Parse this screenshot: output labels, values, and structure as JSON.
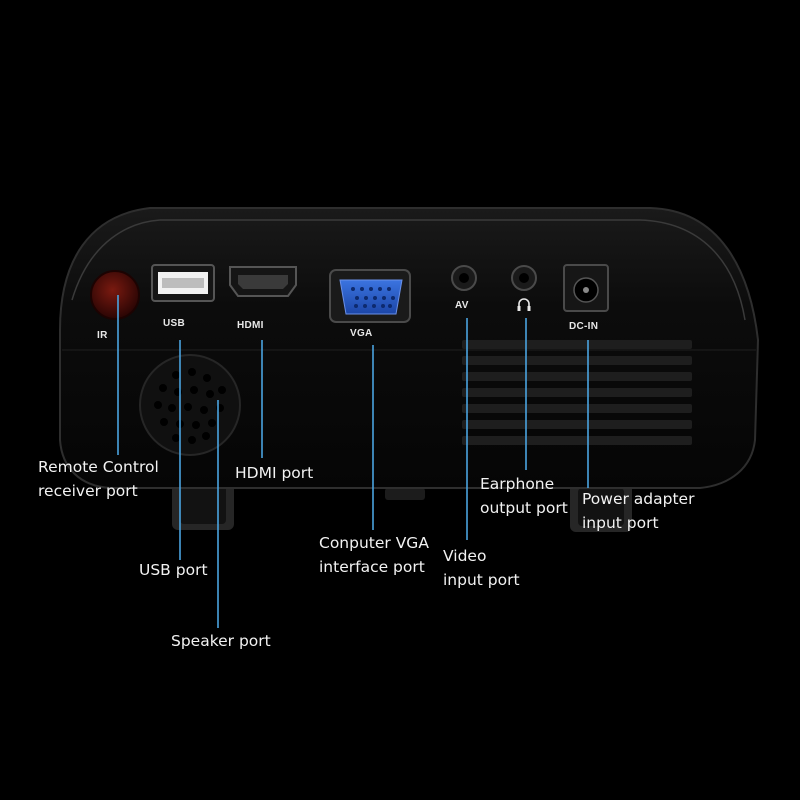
{
  "colors": {
    "background": "#000000",
    "body": "#0b0b0b",
    "callout_line": "#4aa3df",
    "vga_port": "#2a5fc9",
    "ir_window": "#5a0f08"
  },
  "port_silkscreen": {
    "ir": "IR",
    "usb": "USB",
    "hdmi": "HDMI",
    "vga": "VGA",
    "av": "AV",
    "dc_in": "DC-IN"
  },
  "callouts": {
    "remote": {
      "line1": "Remote Control",
      "line2": "receiver port"
    },
    "hdmi": {
      "line1": "HDMI port"
    },
    "earphone": {
      "line1": "Earphone",
      "line2": "output port"
    },
    "power": {
      "line1": "Power adapter",
      "line2": "input port"
    },
    "vga": {
      "line1": "Conputer VGA",
      "line2": "interface port"
    },
    "video": {
      "line1": "Video",
      "line2": "input port"
    },
    "usb": {
      "line1": "USB port"
    },
    "speaker": {
      "line1": "Speaker port"
    }
  }
}
